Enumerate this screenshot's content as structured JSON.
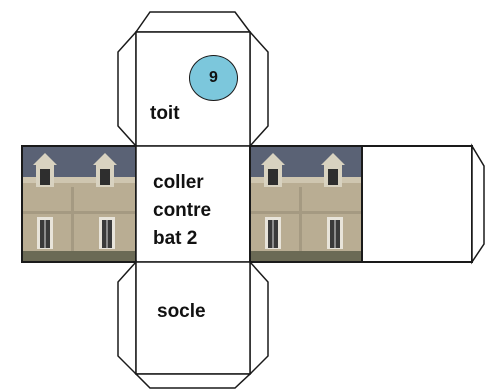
{
  "faces": {
    "top_label": "toit",
    "center_label": [
      "coller",
      "contre",
      "bat 2"
    ],
    "bottom_label": "socle",
    "number_badge": "9"
  },
  "colors": {
    "badge_fill": "#7cc7dc",
    "outline": "#1a1a1a",
    "roof": "#5a6275",
    "wall": "#b9ad93"
  },
  "icons": [
    "facade-photo-left",
    "facade-photo-right"
  ]
}
